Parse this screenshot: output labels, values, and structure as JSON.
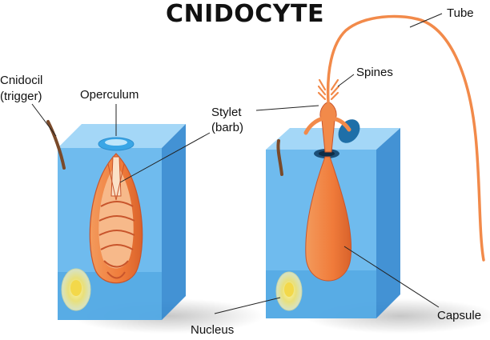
{
  "title": "CNIDOCYTE",
  "labels": {
    "cnidocil_line1": "Cnidocil",
    "cnidocil_line2": "(trigger)",
    "operculum": "Operculum",
    "stylet_line1": "Stylet",
    "stylet_line2": "(barb)",
    "spines": "Spines",
    "tube": "Tube",
    "nucleus": "Nucleus",
    "capsule": "Capsule"
  },
  "colors": {
    "block_front": "#5fb4ec",
    "block_side": "#2f86cf",
    "block_top": "#9ad3f6",
    "capsule": "#f28a4a",
    "capsule_dark": "#c8552c",
    "operculum": "#3aa6e6"
  }
}
